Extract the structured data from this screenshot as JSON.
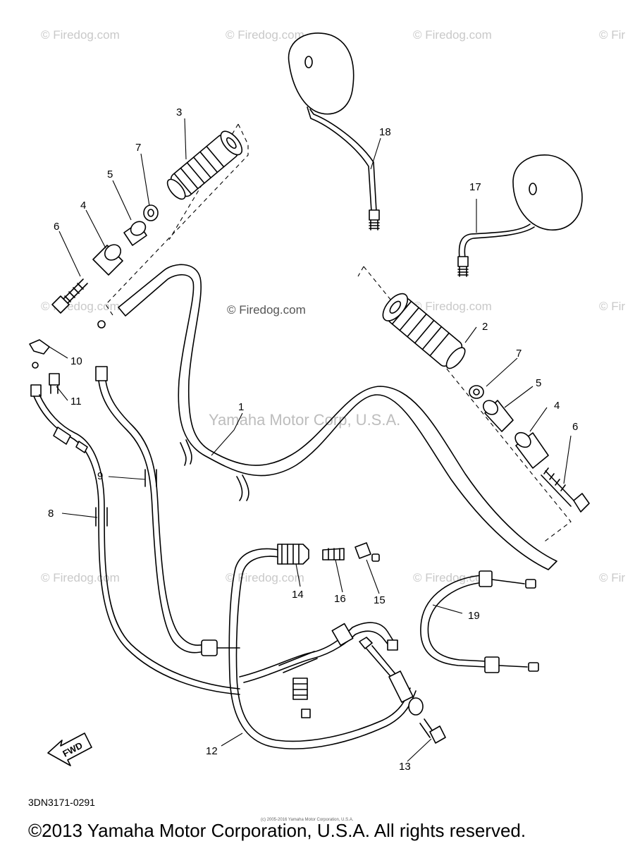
{
  "watermark": {
    "small": "© Firedog.com",
    "edge": "© Fir",
    "body": "© Firedog.com",
    "center": "Yamaha Motor Corp, U.S.A."
  },
  "callouts": {
    "c1": "1",
    "c2": "2",
    "c3": "3",
    "c4a": "4",
    "c4b": "4",
    "c5a": "5",
    "c5b": "5",
    "c6a": "6",
    "c6b": "6",
    "c7a": "7",
    "c7b": "7",
    "c8": "8",
    "c9": "9",
    "c10": "10",
    "c11": "11",
    "c12": "12",
    "c13": "13",
    "c14": "14",
    "c15": "15",
    "c16": "16",
    "c17": "17",
    "c18": "18",
    "c19": "19"
  },
  "fwd_label": "FWD",
  "diagram_code": "3DN3171-0291",
  "micro_credit": "(c) 2005-2016 Yamaha Motor Corporation, U.S.A.",
  "copyright": "©2013 Yamaha Motor Corporation, U.S.A. All rights reserved."
}
